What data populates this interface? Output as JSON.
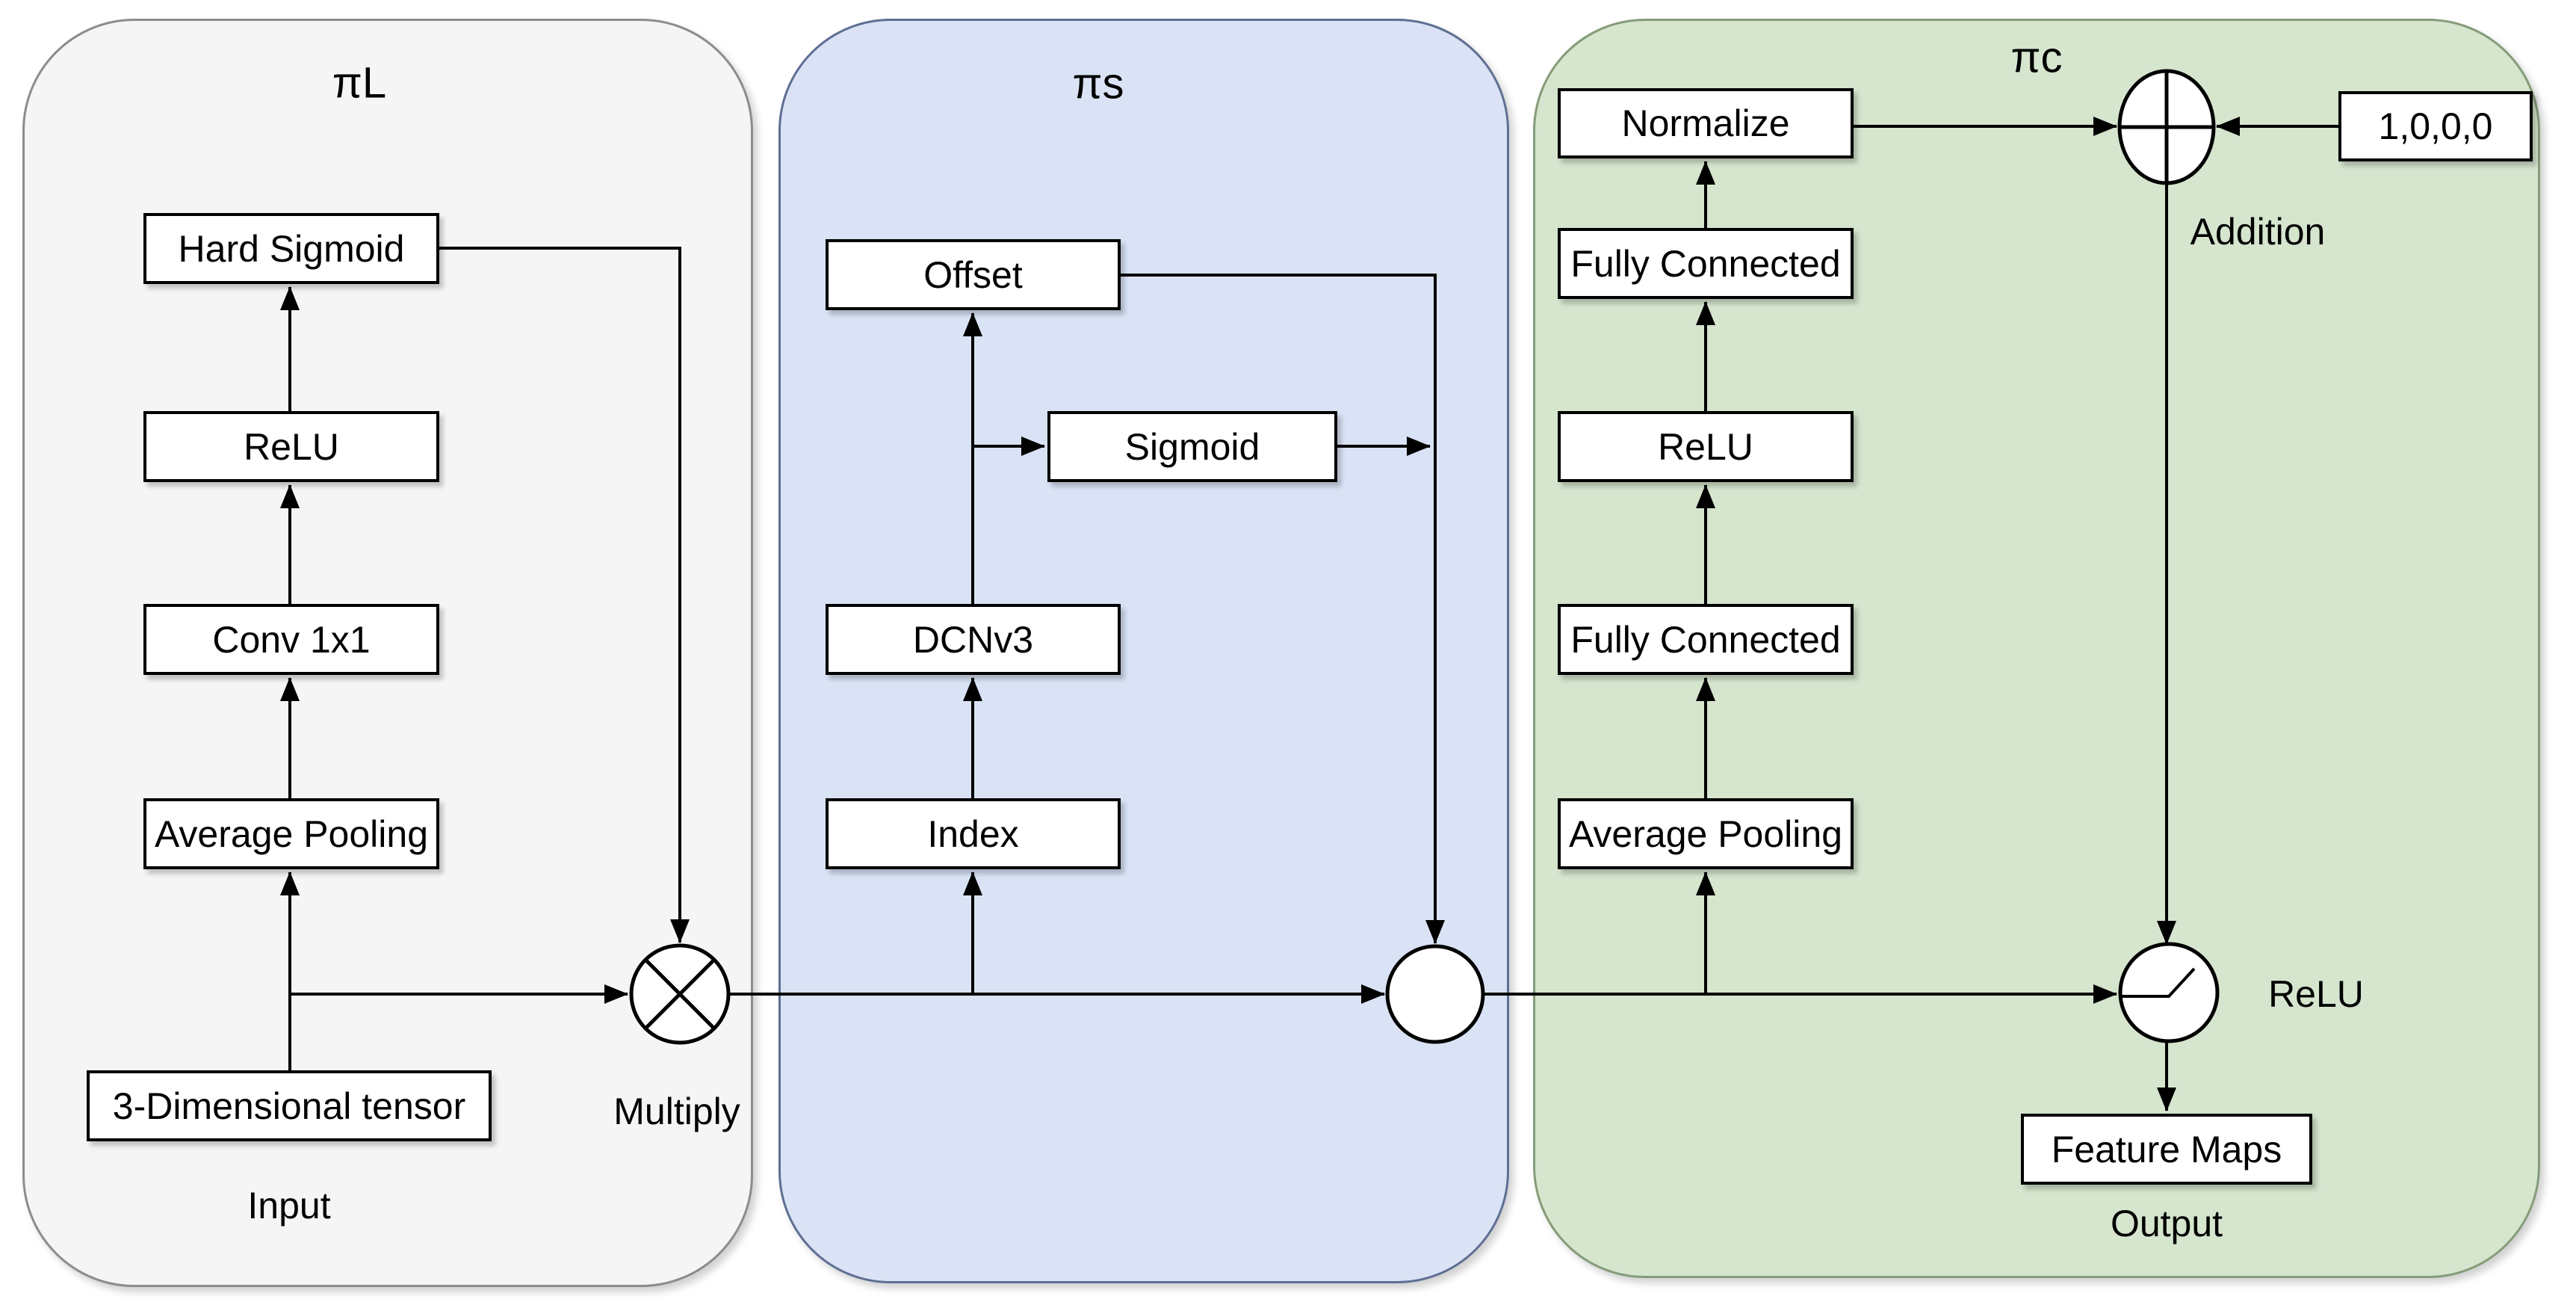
{
  "panels": {
    "gray": {
      "title": "πL",
      "caption": "Input",
      "nodes": {
        "hard_sigmoid": "Hard Sigmoid",
        "relu": "ReLU",
        "conv1x1": "Conv 1x1",
        "avg_pool": "Average Pooling",
        "tensor": "3-Dimensional tensor"
      },
      "multiply_label": "Multiply"
    },
    "blue": {
      "title": "πs",
      "nodes": {
        "offset": "Offset",
        "sigmoid": "Sigmoid",
        "dcnv3": "DCNv3",
        "index": "Index"
      }
    },
    "green": {
      "title": "πc",
      "caption": "Output",
      "nodes": {
        "normalize": "Normalize",
        "fully_connected_top": "Fully Connected",
        "relu": "ReLU",
        "fully_connected_bottom": "Fully Connected",
        "avg_pool": "Average Pooling",
        "constant": "1,0,0,0",
        "feature_maps": "Feature Maps"
      },
      "addition_label": "Addition",
      "relu_label": "ReLU"
    },
    "icons": {
      "multiply": "circle-with-x",
      "addition": "circle-with-plus",
      "junction": "empty-circle",
      "relu": "circle-with-relu-curve"
    }
  },
  "colors": {
    "page_bg": "#ffffff",
    "panel_gray_fill": "#f5f5f5",
    "panel_gray_border": "#8c8c8c",
    "panel_blue_fill": "#d9e3f5",
    "panel_blue_border": "#5f6f94",
    "panel_green_fill": "#d5e5ce",
    "panel_green_border": "#859c79",
    "node_fill": "#ffffff",
    "node_border": "#000000",
    "connector": "#000000"
  }
}
